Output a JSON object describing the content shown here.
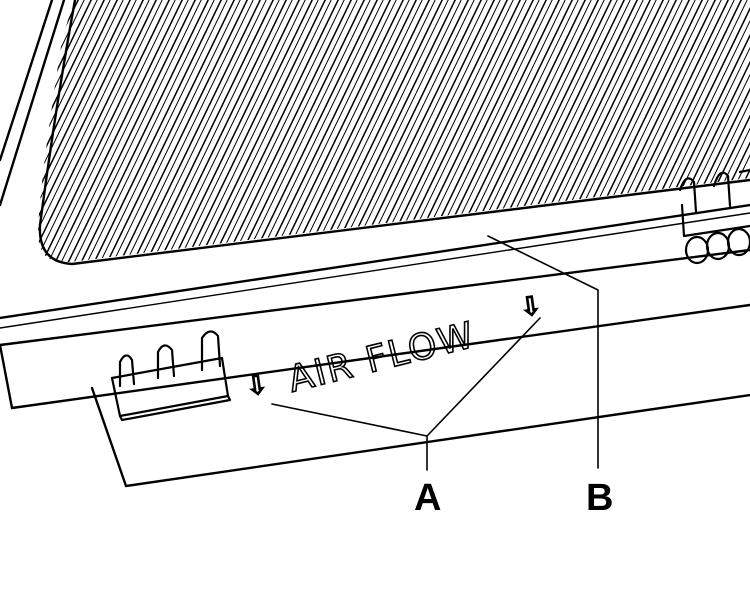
{
  "diagram": {
    "airflow_label": "AIR FLOW",
    "airflow_arrow": "⇩",
    "callouts": {
      "a": "A",
      "b": "B"
    }
  }
}
